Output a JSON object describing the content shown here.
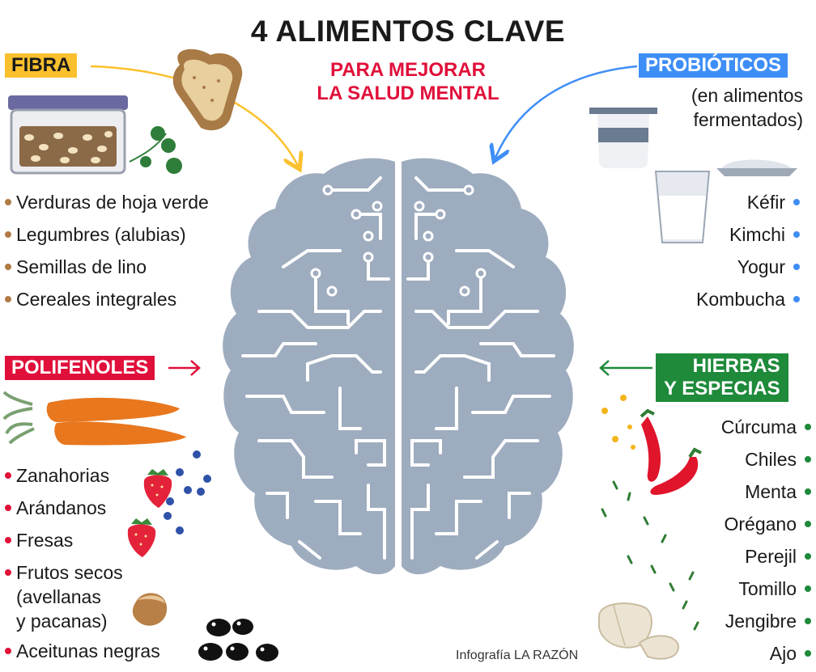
{
  "title": "4 ALIMENTOS CLAVE",
  "subtitle": [
    "PARA MEJORAR",
    "LA SALUD MENTAL"
  ],
  "fibra": {
    "label": "FIBRA",
    "items": [
      "Verduras de hoja verde",
      "Legumbres (alubias)",
      "Semillas de lino",
      "Cereales integrales"
    ],
    "color": "#fbc02d"
  },
  "probioticos": {
    "label": "PROBIÓTICOS",
    "note": [
      "(en alimentos",
      "fermentados)"
    ],
    "items": [
      "Kéfir",
      "Kimchi",
      "Yogur",
      "Kombucha"
    ],
    "color": "#3e8ef7"
  },
  "polifenoles": {
    "label": "POLIFENOLES",
    "items": [
      "Zanahorias",
      "Arándanos",
      "Fresas",
      "Frutos secos",
      "(avellanas",
      "y pacanas)",
      "Aceitunas negras"
    ],
    "color": "#e0103a"
  },
  "hierbas": {
    "label": [
      "HIERBAS",
      "Y ESPECIAS"
    ],
    "items": [
      "Cúrcuma",
      "Chiles",
      "Menta",
      "Orégano",
      "Perejil",
      "Tomillo",
      "Jengibre",
      "Ajo"
    ],
    "color": "#1e8a3a"
  },
  "credit": "Infografía LA RAZÓN",
  "colors": {
    "brain": "#9eacbf",
    "circuit": "#ffffff"
  },
  "icons": [
    "bread-icon",
    "food-container-icon",
    "herb-sprig-icon",
    "yogurt-cup-icon",
    "milk-glass-icon",
    "kimchi-bowl-icon",
    "carrot-icon",
    "strawberry-icon",
    "blueberry-icon",
    "hazelnut-icon",
    "olive-icon",
    "chili-icon",
    "garlic-icon",
    "brain-icon"
  ]
}
